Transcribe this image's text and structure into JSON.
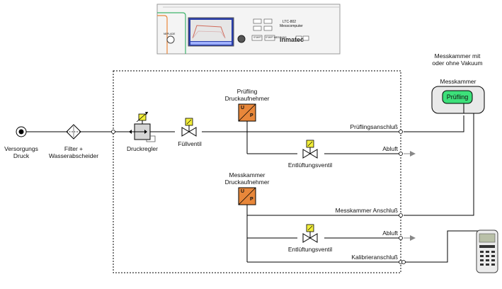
{
  "device": {
    "model": "LTC-802",
    "subtitle": "Messcomputer",
    "brand": "inmatec",
    "nullable_label": "NEPLADE",
    "key_start": "START",
    "key_start2": "START MESSUNG"
  },
  "supply": {
    "label_line1": "Versorgungs",
    "label_line2": "Druck"
  },
  "filter": {
    "label_line1": "Filter +",
    "label_line2": "Wasserabscheider"
  },
  "pressure_regulator": {
    "label": "Druckregler"
  },
  "fill_valve": {
    "label": "Füllventil"
  },
  "specimen_transducer": {
    "label_line1": "Prüfling",
    "label_line2": "Druckaufnehmer",
    "symbol_u": "U",
    "symbol_p": "P"
  },
  "chamber_transducer": {
    "label_line1": "Messkammer",
    "label_line2": "Druckaufnehmer",
    "symbol_u": "U",
    "symbol_p": "P"
  },
  "ports": {
    "specimen": "Prüflingsanschluß",
    "exhaust_1": "Abluft",
    "chamber": "Messkammer Anschluß",
    "exhaust_2": "Abluft",
    "calibration": "Kalibrieranschluß"
  },
  "vent_valve_1": {
    "label": "Entlüftungsventil"
  },
  "vent_valve_2": {
    "label": "Entlüftungsventil"
  },
  "chamber": {
    "note_line1": "Messkammer mit",
    "note_line2": "oder ohne Vakuum",
    "title": "Messkammer",
    "specimen": "Prüfling"
  },
  "colors": {
    "transducer": "#e8873a",
    "valve_actuator": "#f2ee3a",
    "specimen_green": "#3de07a",
    "chamber_fill": "#e9e9e9",
    "line": "#000000",
    "exhaust_arrow": "#888888"
  }
}
